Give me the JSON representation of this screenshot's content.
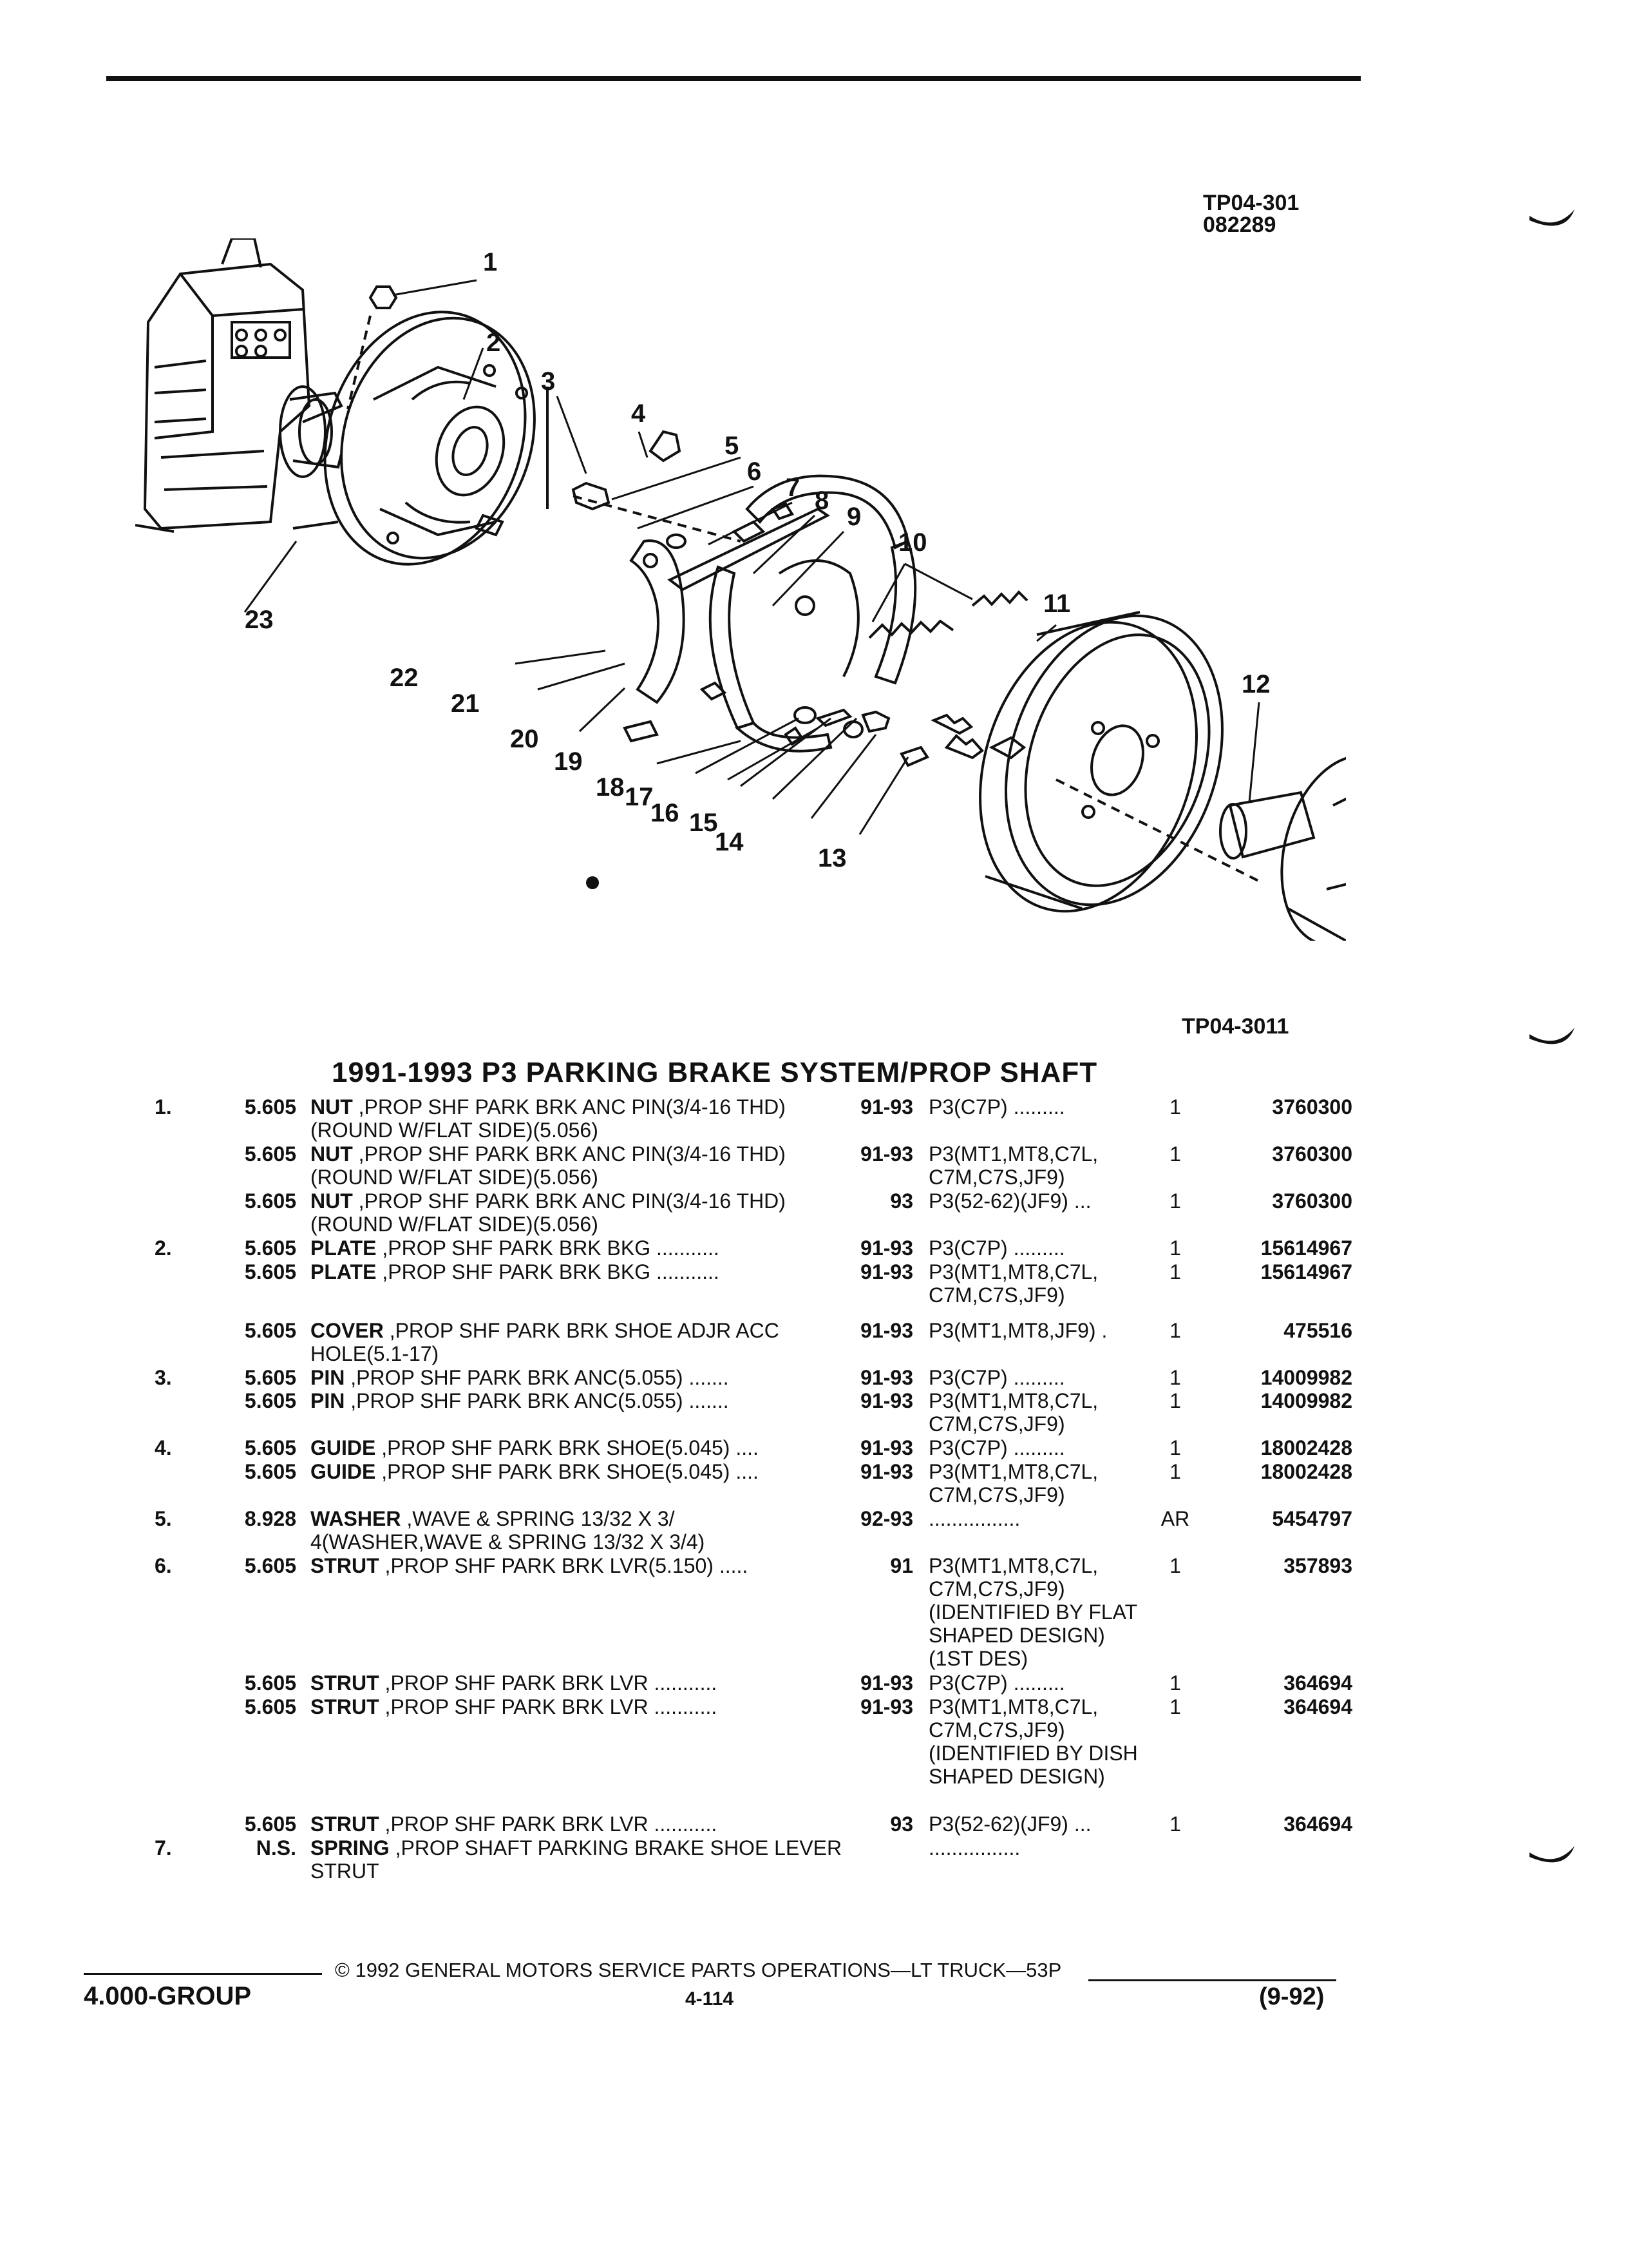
{
  "header": {
    "figure_code": "TP04-301",
    "figure_date": "082289"
  },
  "diagram": {
    "callouts": [
      "1",
      "2",
      "3",
      "4",
      "5",
      "6",
      "7",
      "8",
      "9",
      "10",
      "11",
      "12",
      "13",
      "14",
      "15",
      "16",
      "17",
      "18",
      "19",
      "20",
      "21",
      "22",
      "23"
    ],
    "figure_ref": "TP04-3011"
  },
  "catalog": {
    "title": "1991-1993 P3 PARKING BRAKE SYSTEM/PROP SHAFT",
    "rows": [
      {
        "idx": "1.",
        "sec": "5.605",
        "part": "NUT",
        "desc": " ,PROP SHF PARK BRK ANC PIN(3/4-16 THD)(ROUND W/FLAT SIDE)(5.056)",
        "yr": "91-93",
        "model": "P3(C7P)  .........",
        "qty": "1",
        "pn": "3760300",
        "h": 2
      },
      {
        "idx": "",
        "sec": "5.605",
        "part": "NUT",
        "desc": " ,PROP SHF PARK BRK ANC PIN(3/4-16 THD)(ROUND W/FLAT SIDE)(5.056)",
        "yr": "91-93",
        "model": "P3(MT1,MT8,C7L, C7M,C7S,JF9)",
        "qty": "1",
        "pn": "3760300",
        "h": 2
      },
      {
        "idx": "",
        "sec": "5.605",
        "part": "NUT",
        "desc": " ,PROP SHF PARK BRK ANC PIN(3/4-16 THD)(ROUND W/FLAT SIDE)(5.056)",
        "yr": "93",
        "model": "P3(52-62)(JF9)  ...",
        "qty": "1",
        "pn": "3760300",
        "h": 2
      },
      {
        "idx": "2.",
        "sec": "5.605",
        "part": "PLATE",
        "desc": " ,PROP SHF PARK BRK BKG  ...........",
        "yr": "91-93",
        "model": "P3(C7P)  .........",
        "qty": "1",
        "pn": "15614967",
        "h": 1
      },
      {
        "idx": "",
        "sec": "5.605",
        "part": "PLATE",
        "desc": " ,PROP SHF PARK BRK BKG  ...........",
        "yr": "91-93",
        "model": "P3(MT1,MT8,C7L, C7M,C7S,JF9)",
        "qty": "1",
        "pn": "15614967",
        "h": 2.5
      },
      {
        "idx": "",
        "sec": "5.605",
        "part": "COVER",
        "desc": " ,PROP SHF PARK BRK SHOE ADJR ACC HOLE(5.1-17)",
        "yr": "91-93",
        "model": "P3(MT1,MT8,JF9) .",
        "qty": "1",
        "pn": "475516",
        "h": 2
      },
      {
        "idx": "3.",
        "sec": "5.605",
        "part": "PIN",
        "desc": " ,PROP SHF PARK BRK ANC(5.055)  .......",
        "yr": "91-93",
        "model": "P3(C7P)  .........",
        "qty": "1",
        "pn": "14009982",
        "h": 1
      },
      {
        "idx": "",
        "sec": "5.605",
        "part": "PIN",
        "desc": " ,PROP SHF PARK BRK ANC(5.055)  .......",
        "yr": "91-93",
        "model": "P3(MT1,MT8,C7L, C7M,C7S,JF9)",
        "qty": "1",
        "pn": "14009982",
        "h": 2
      },
      {
        "idx": "4.",
        "sec": "5.605",
        "part": "GUIDE",
        "desc": " ,PROP SHF PARK BRK SHOE(5.045)  ....",
        "yr": "91-93",
        "model": "P3(C7P)  .........",
        "qty": "1",
        "pn": "18002428",
        "h": 1
      },
      {
        "idx": "",
        "sec": "5.605",
        "part": "GUIDE",
        "desc": " ,PROP SHF PARK BRK SHOE(5.045)  ....",
        "yr": "91-93",
        "model": "P3(MT1,MT8,C7L, C7M,C7S,JF9)",
        "qty": "1",
        "pn": "18002428",
        "h": 2
      },
      {
        "idx": "5.",
        "sec": "8.928",
        "part": "WASHER",
        "desc": " ,WAVE & SPRING 13/32 X 3/ 4(WASHER,WAVE & SPRING 13/32 X 3/4)",
        "yr": "92-93",
        "model": "................",
        "qty": "AR",
        "pn": "5454797",
        "h": 2
      },
      {
        "idx": "6.",
        "sec": "5.605",
        "part": "STRUT",
        "desc": " ,PROP SHF PARK BRK LVR(5.150)  .....",
        "yr": "91",
        "model": "P3(MT1,MT8,C7L, C7M,C7S,JF9) (IDENTIFIED BY FLAT SHAPED DESIGN)(1ST DES)",
        "qty": "1",
        "pn": "357893",
        "h": 5
      },
      {
        "idx": "",
        "sec": "5.605",
        "part": "STRUT",
        "desc": " ,PROP SHF PARK BRK LVR  ...........",
        "yr": "91-93",
        "model": "P3(C7P)  .........",
        "qty": "1",
        "pn": "364694",
        "h": 1
      },
      {
        "idx": "",
        "sec": "5.605",
        "part": "STRUT",
        "desc": " ,PROP SHF PARK BRK LVR  ...........",
        "yr": "91-93",
        "model": "P3(MT1,MT8,C7L, C7M,C7S,JF9) (IDENTIFIED BY DISH SHAPED DESIGN)",
        "qty": "1",
        "pn": "364694",
        "h": 5
      },
      {
        "idx": "",
        "sec": "5.605",
        "part": "STRUT",
        "desc": " ,PROP SHF PARK BRK LVR  ...........",
        "yr": "93",
        "model": "P3(52-62)(JF9)  ...",
        "qty": "1",
        "pn": "364694",
        "h": 1
      },
      {
        "idx": "7.",
        "sec": "N.S.",
        "part": "SPRING",
        "desc": " ,PROP SHAFT PARKING BRAKE SHOE LEVER STRUT",
        "yr": "",
        "model": "................",
        "qty": "",
        "pn": "",
        "h": 2
      }
    ]
  },
  "footer": {
    "copyright": "©  1992  GENERAL MOTORS SERVICE PARTS OPERATIONS—LT TRUCK—53P",
    "group": "4.000-GROUP",
    "page": "4-114",
    "revision": "(9-92)"
  }
}
